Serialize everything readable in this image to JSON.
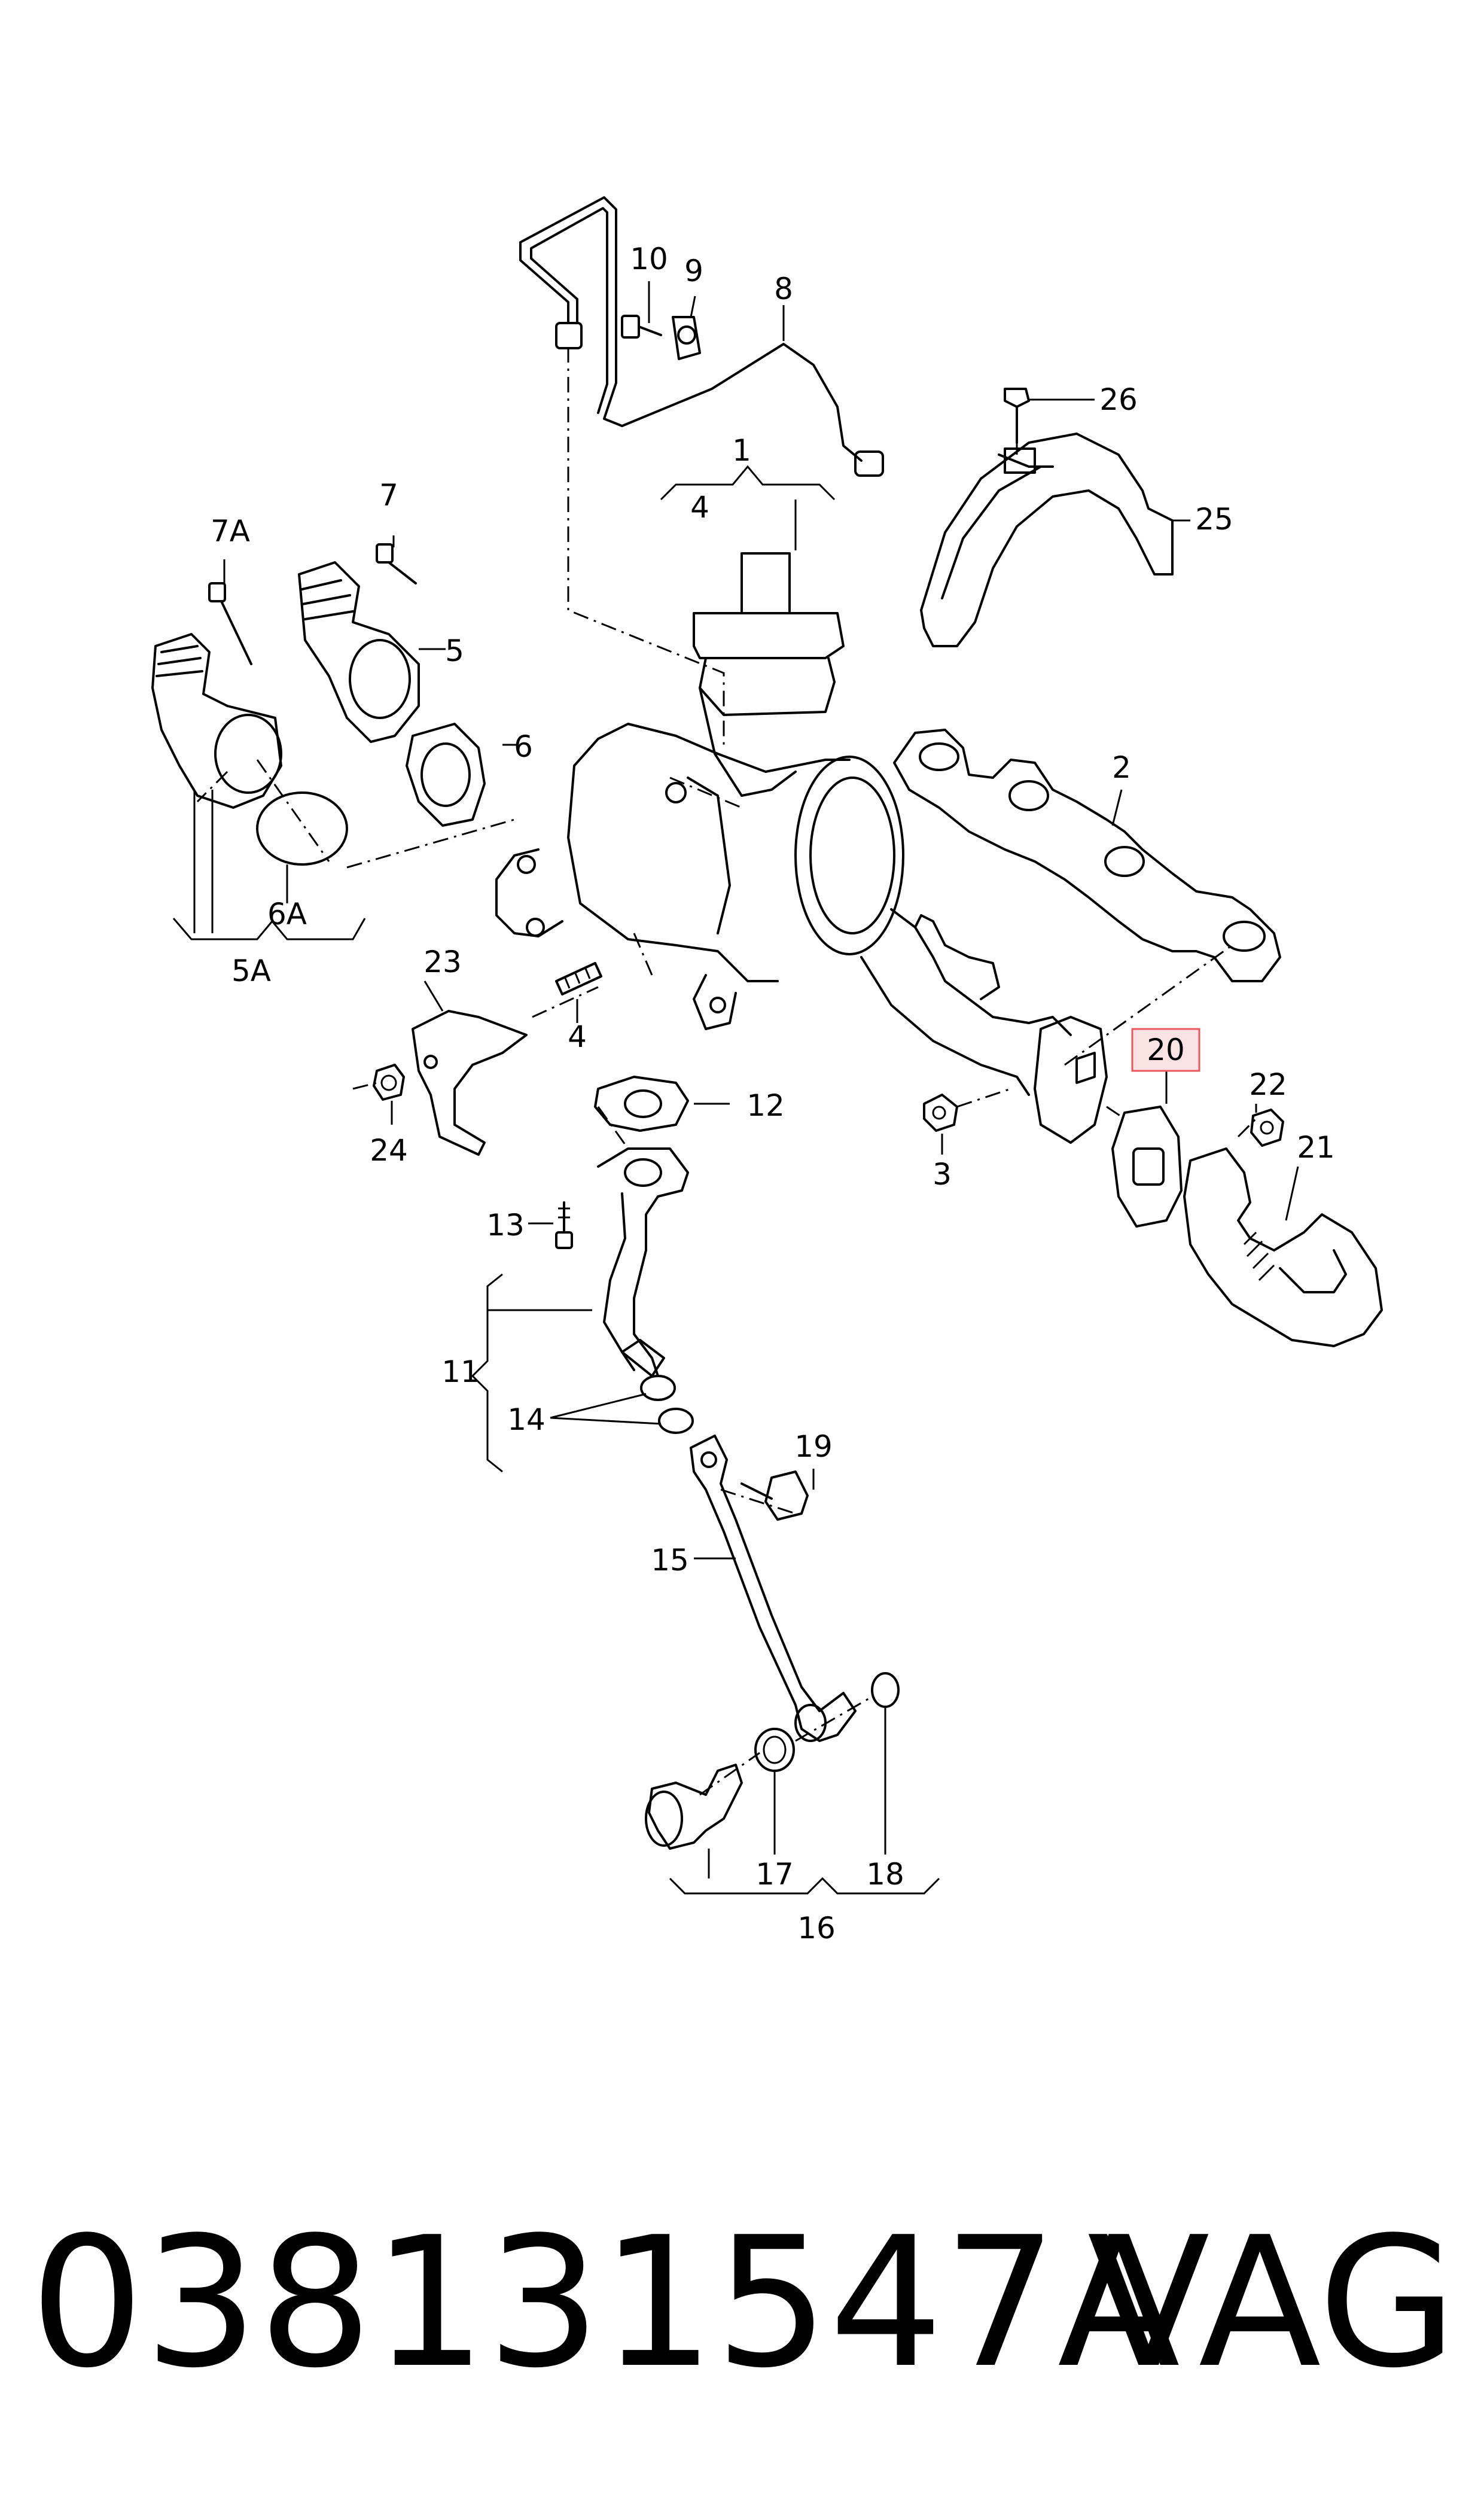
{
  "callouts": {
    "c1": "1",
    "c2": "2",
    "c3": "3",
    "c4a": "4",
    "c4b": "4",
    "c5": "5",
    "c5a": "5A",
    "c6": "6",
    "c6a": "6A",
    "c7": "7",
    "c7a": "7A",
    "c8": "8",
    "c9": "9",
    "c10": "10",
    "c11": "11",
    "c12": "12",
    "c13": "13",
    "c14": "14",
    "c15": "15",
    "c16": "16",
    "c17": "17",
    "c18": "18",
    "c19": "19",
    "c20": "20",
    "c21": "21",
    "c22": "22",
    "c23": "23",
    "c24": "24",
    "c25": "25",
    "c26": "26"
  },
  "highlight_color": "#e8585e",
  "highlight_fill": "#fbe3e4",
  "footer": {
    "part_number": "038131547A",
    "brand": "VAG"
  }
}
